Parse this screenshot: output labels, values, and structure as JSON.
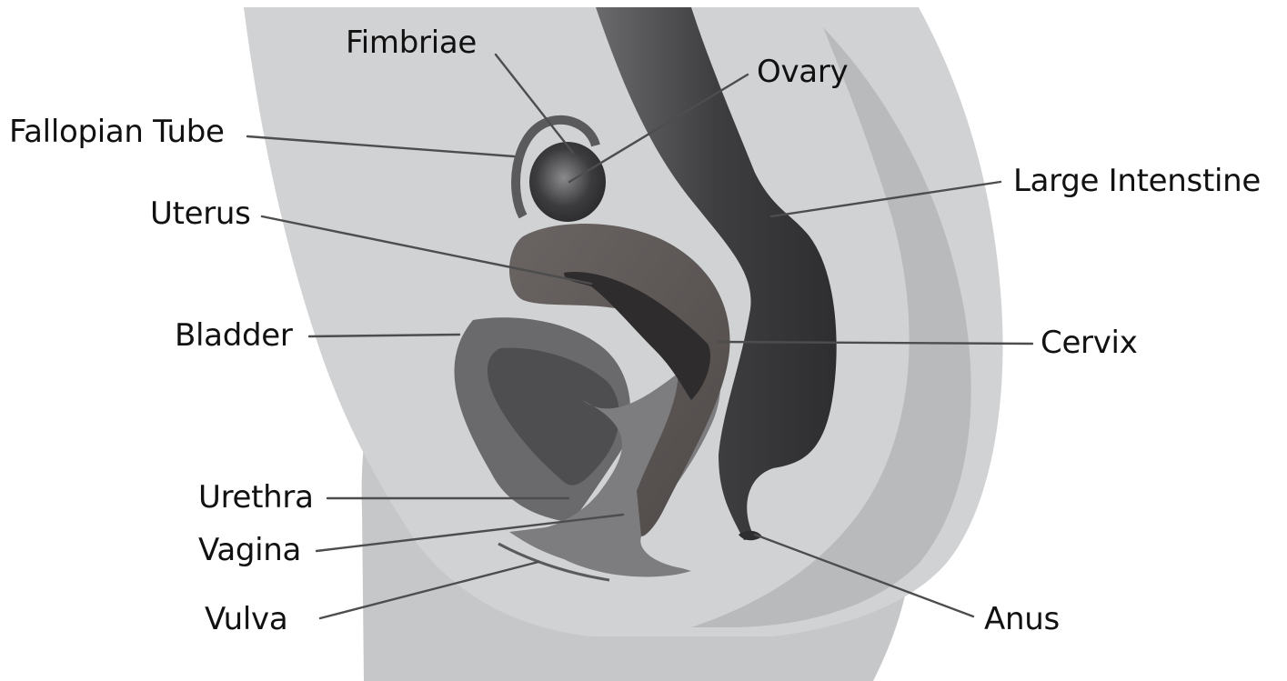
{
  "labels": {
    "fimbriae": "Fimbriae",
    "ovary": "Ovary",
    "fallopian_tube": "Fallopian Tube",
    "large_intestine": "Large Intenstine",
    "uterus": "Uterus",
    "bladder": "Bladder",
    "cervix": "Cervix",
    "urethra": "Urethra",
    "vagina": "Vagina",
    "vulva": "Vulva",
    "anus": "Anus"
  },
  "colors": {
    "body_light": "#cfcfd1",
    "body_mid": "#b7b8ba",
    "intestine": "#4a4a4c",
    "uterus": "#5e5857",
    "bladder_outer": "#6b6b6d",
    "bladder_inner": "#4d4d4f",
    "ovary": "#3a3a3c",
    "leader": "#4d4d4d",
    "text": "#111111"
  }
}
